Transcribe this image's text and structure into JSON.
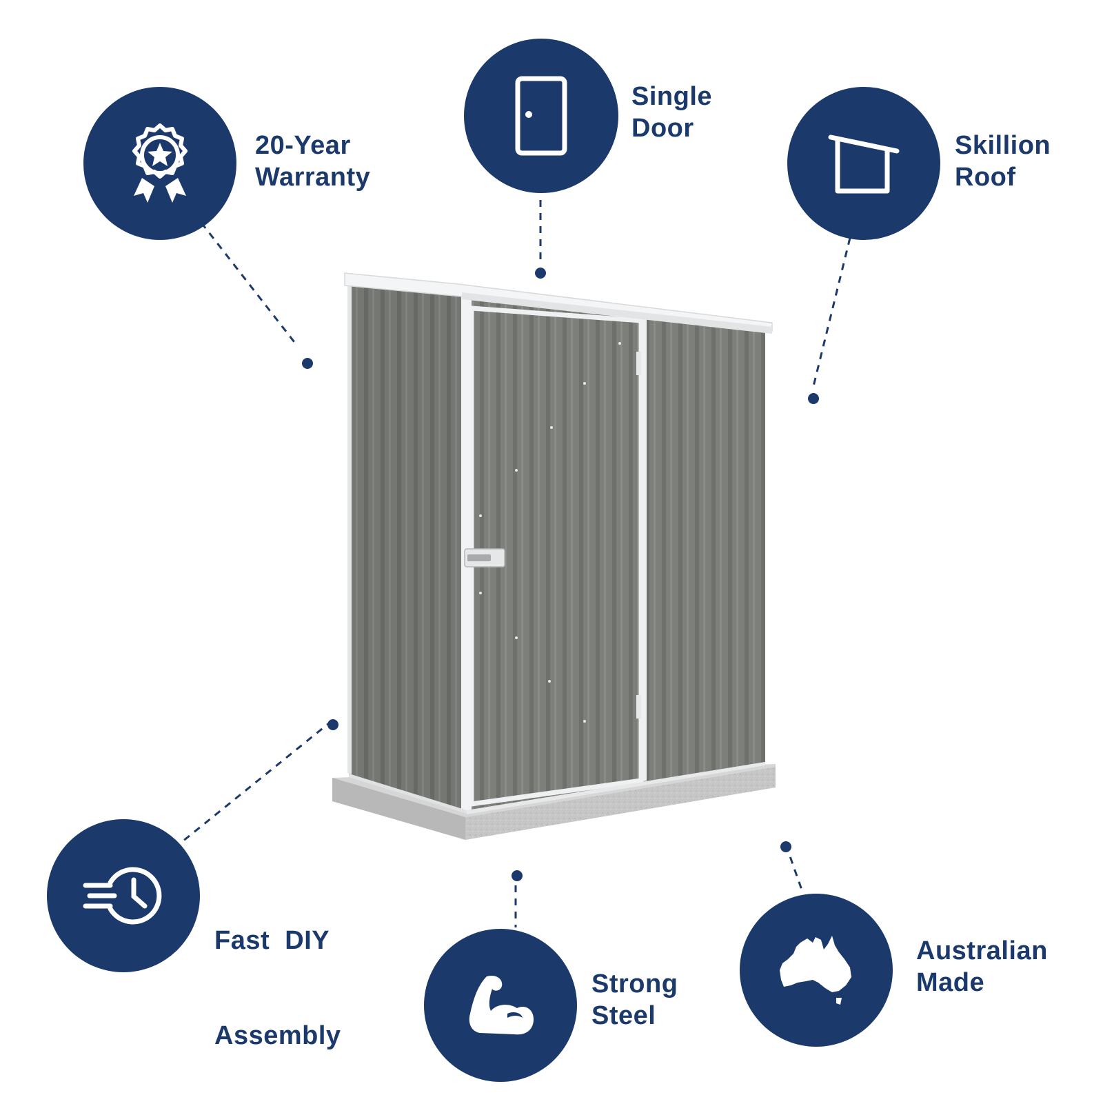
{
  "colors": {
    "badge": "#1b3a6b",
    "text": "#1b3a6b",
    "icon": "#ffffff",
    "shed_panel": "#7d7f7b",
    "shed_trim": "#f2f3f4",
    "base": "#c9c9c9"
  },
  "features": [
    {
      "id": "warranty",
      "icon": "award-ribbon-star-icon",
      "line1": "20-Year",
      "line2": "Warranty"
    },
    {
      "id": "door",
      "icon": "door-icon",
      "line1": "Single",
      "line2": "Door"
    },
    {
      "id": "roof",
      "icon": "skillion-roof-icon",
      "line1": "Skillion",
      "line2": "Roof"
    },
    {
      "id": "assembly",
      "icon": "fast-clock-icon",
      "line1": "Fast  DIY",
      "line2": "Assembly"
    },
    {
      "id": "steel",
      "icon": "flexed-arm-icon",
      "line1": "Strong",
      "line2": "Steel"
    },
    {
      "id": "australia",
      "icon": "australia-map-icon",
      "line1": "Australian",
      "line2": "Made"
    }
  ],
  "product": {
    "name": "garden-shed",
    "color": "grey",
    "roof": "skillion",
    "doors": 1
  }
}
